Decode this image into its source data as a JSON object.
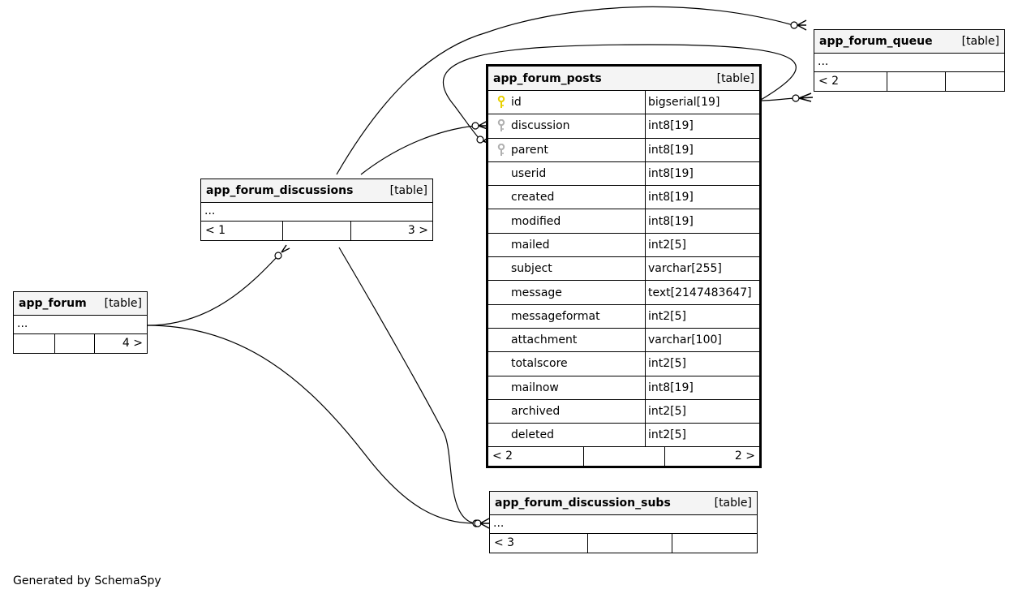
{
  "footer_text": "Generated by SchemaSpy",
  "colors": {
    "primary_key": "#e8d000",
    "foreign_key": "#b0b0b0",
    "header_bg": "#f4f4f4"
  },
  "tables": {
    "queue": {
      "name": "app_forum_queue",
      "type": "[table]",
      "ellipsis": "...",
      "foot": [
        "< 2",
        "",
        ""
      ]
    },
    "posts": {
      "name": "app_forum_posts",
      "type": "[table]",
      "columns": [
        {
          "name": "id",
          "type": "bigserial[19]",
          "key": "primary-key-icon"
        },
        {
          "name": "discussion",
          "type": "int8[19]",
          "key": "foreign-key-icon"
        },
        {
          "name": "parent",
          "type": "int8[19]",
          "key": "foreign-key-icon"
        },
        {
          "name": "userid",
          "type": "int8[19]",
          "key": ""
        },
        {
          "name": "created",
          "type": "int8[19]",
          "key": ""
        },
        {
          "name": "modified",
          "type": "int8[19]",
          "key": ""
        },
        {
          "name": "mailed",
          "type": "int2[5]",
          "key": ""
        },
        {
          "name": "subject",
          "type": "varchar[255]",
          "key": ""
        },
        {
          "name": "message",
          "type": "text[2147483647]",
          "key": ""
        },
        {
          "name": "messageformat",
          "type": "int2[5]",
          "key": ""
        },
        {
          "name": "attachment",
          "type": "varchar[100]",
          "key": ""
        },
        {
          "name": "totalscore",
          "type": "int2[5]",
          "key": ""
        },
        {
          "name": "mailnow",
          "type": "int8[19]",
          "key": ""
        },
        {
          "name": "archived",
          "type": "int2[5]",
          "key": ""
        },
        {
          "name": "deleted",
          "type": "int2[5]",
          "key": ""
        }
      ],
      "foot": [
        "< 2",
        "",
        "2 >"
      ]
    },
    "discussions": {
      "name": "app_forum_discussions",
      "type": "[table]",
      "ellipsis": "...",
      "foot": [
        "< 1",
        "",
        "3 >"
      ]
    },
    "forum": {
      "name": "app_forum",
      "type": "[table]",
      "ellipsis": "...",
      "foot": [
        "",
        "",
        "4 >"
      ]
    },
    "subs": {
      "name": "app_forum_discussion_subs",
      "type": "[table]",
      "ellipsis": "...",
      "foot": [
        "< 3",
        "",
        ""
      ]
    }
  }
}
